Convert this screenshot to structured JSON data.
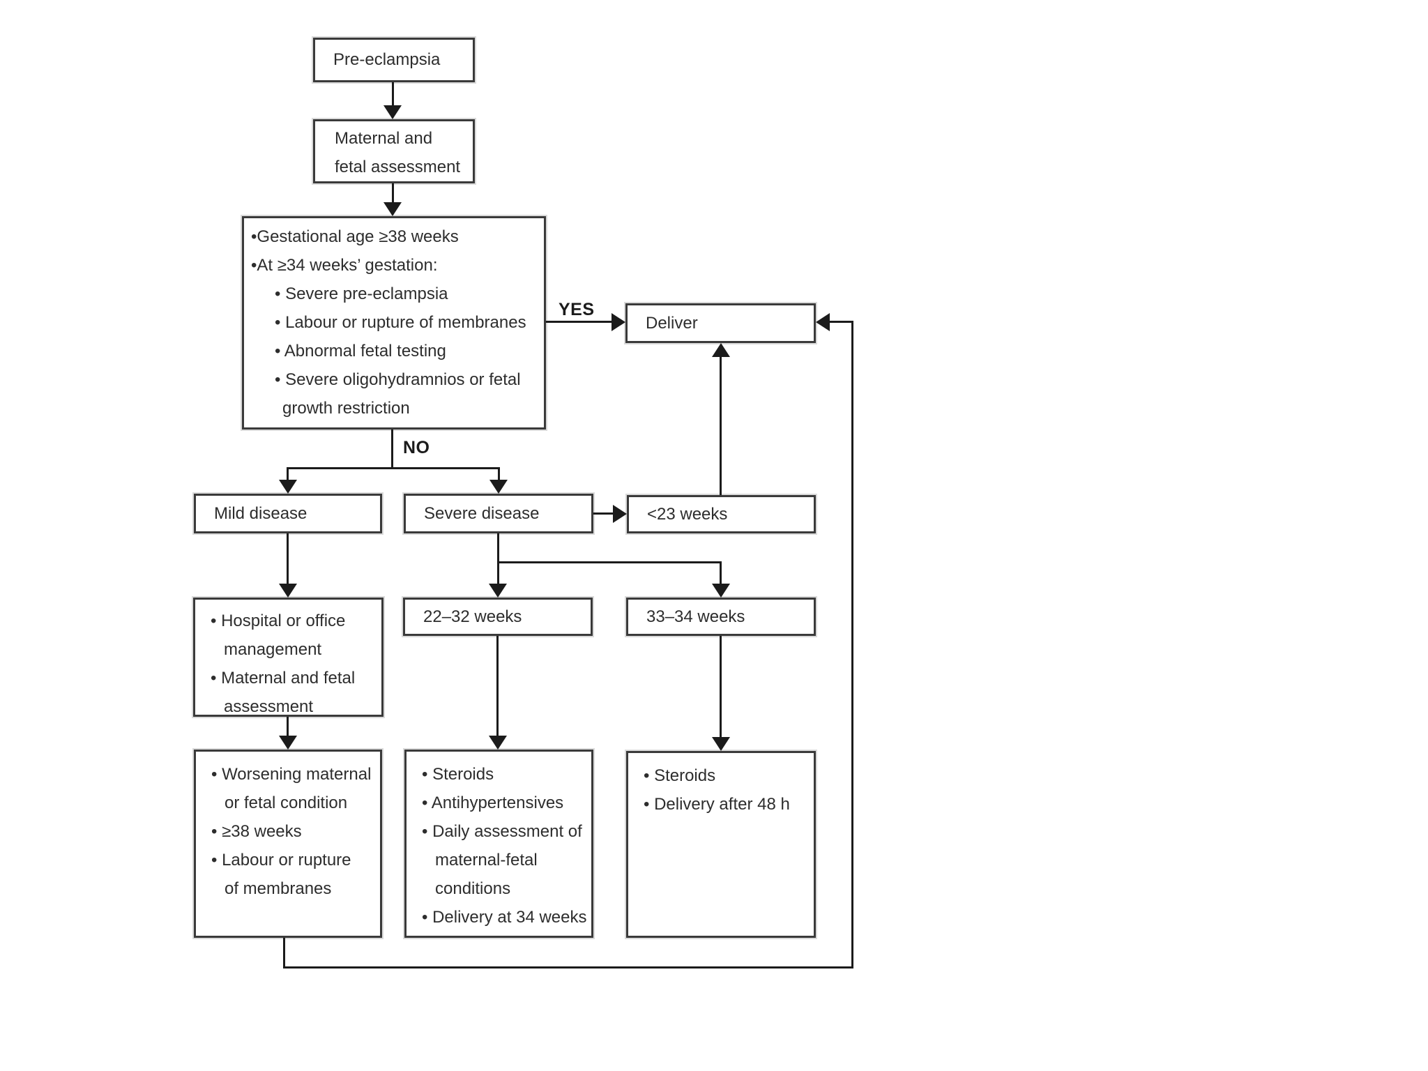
{
  "diagram_title": "Pre-eclampsia management flowchart",
  "colors": {
    "background": "#ffffff",
    "box_border": "#3a3a3a",
    "box_fill": "#ffffff",
    "line": "#1b1b1b",
    "text": "#2d2d2d"
  },
  "labels": {
    "yes": "YES",
    "no": "NO"
  },
  "nodes": {
    "pre_eclampsia": {
      "text": "Pre-eclampsia"
    },
    "maternal_assessment": {
      "lines": [
        "Maternal and",
        "fetal assessment"
      ]
    },
    "criteria": {
      "lines": [
        "•Gestational age ≥38 weeks",
        "•At ≥34 weeks’ gestation:",
        "• Severe pre-eclampsia",
        "• Labour or rupture of membranes",
        "• Abnormal fetal testing",
        "• Severe oligohydramnios or fetal",
        "growth restriction"
      ]
    },
    "deliver": {
      "text": "Deliver"
    },
    "mild_disease": {
      "text": "Mild disease"
    },
    "severe_disease": {
      "text": "Severe disease"
    },
    "lt_23_weeks": {
      "text": "<23 weeks"
    },
    "hospital_management": {
      "lines": [
        "• Hospital or office",
        "management",
        "• Maternal and fetal",
        "assessment"
      ]
    },
    "weeks_22_32": {
      "text": "22–32 weeks"
    },
    "weeks_33_34": {
      "text": "33–34 weeks"
    },
    "worsening": {
      "lines": [
        "• Worsening maternal",
        "or fetal condition",
        "• ≥38 weeks",
        "• Labour or rupture",
        "of membranes"
      ]
    },
    "steroids_22_32": {
      "lines": [
        "• Steroids",
        "• Antihypertensives",
        "• Daily assessment of",
        "maternal-fetal",
        "conditions",
        "• Delivery at 34 weeks"
      ]
    },
    "steroids_33_34": {
      "lines": [
        "• Steroids",
        "• Delivery after 48 h"
      ]
    }
  }
}
